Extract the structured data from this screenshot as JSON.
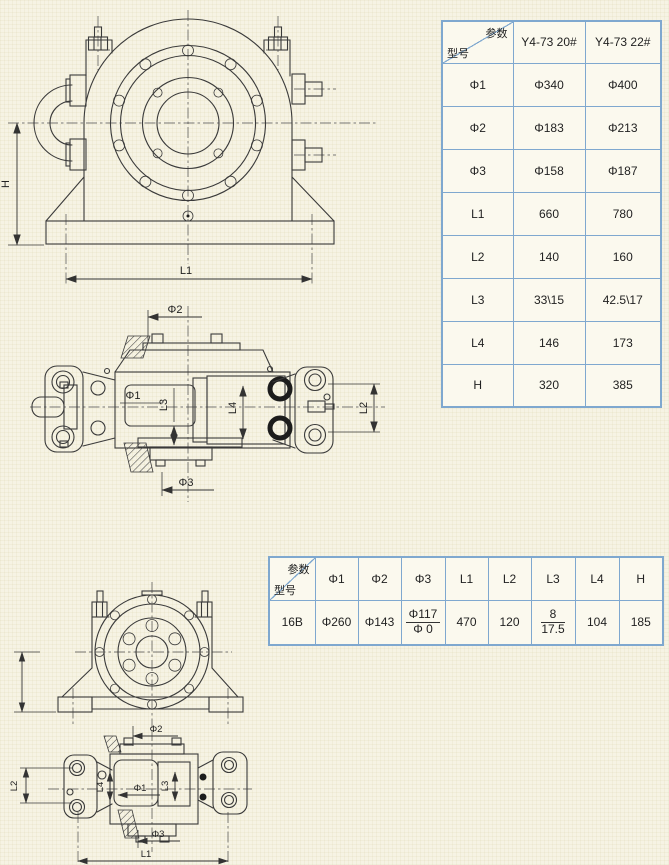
{
  "colors": {
    "background": "#f6f3e4",
    "table_border": "#7fa8cf",
    "table_cell_background": "#fbf9ee",
    "drawing_line": "#3a3a3a"
  },
  "tables": {
    "spec_table": {
      "corner": {
        "top_right": "参数",
        "bottom_left": "型号"
      },
      "columns": [
        "Y4-73 20#",
        "Y4-73 22#"
      ],
      "rows": [
        {
          "param": "Φ1",
          "values": [
            "Φ340",
            "Φ400"
          ]
        },
        {
          "param": "Φ2",
          "values": [
            "Φ183",
            "Φ213"
          ]
        },
        {
          "param": "Φ3",
          "values": [
            "Φ158",
            "Φ187"
          ]
        },
        {
          "param": "L1",
          "values": [
            "660",
            "780"
          ]
        },
        {
          "param": "L2",
          "values": [
            "140",
            "160"
          ]
        },
        {
          "param": "L3",
          "values": [
            "33\\15",
            "42.5\\17"
          ]
        },
        {
          "param": "L4",
          "values": [
            "146",
            "173"
          ]
        },
        {
          "param": "H",
          "values": [
            "320",
            "385"
          ]
        }
      ]
    },
    "model_table": {
      "corner": {
        "top_right": "参数",
        "bottom_left": "型号"
      },
      "columns": [
        "Φ1",
        "Φ2",
        "Φ3",
        "L1",
        "L2",
        "L3",
        "L4",
        "H"
      ],
      "row": {
        "model": "16B",
        "phi1": "Φ260",
        "phi2": "Φ143",
        "phi3": {
          "numerator": "Φ117",
          "denominator": "Φ 0"
        },
        "l1": "470",
        "l2": "120",
        "l3": {
          "numerator": "8",
          "denominator": "17.5"
        },
        "l4": "104",
        "h": "185"
      }
    }
  },
  "drawings": {
    "front_view_large": {
      "dim_h": "H",
      "dim_l1": "L1"
    },
    "top_view_large": {
      "dim_phi2": "Φ2",
      "dim_phi1": "Φ1",
      "dim_l3": "L3",
      "dim_l4": "L4",
      "dim_l2": "L2",
      "dim_phi3": "Φ3"
    },
    "top_view_small": {
      "dim_phi2": "Φ2",
      "dim_l2": "L2",
      "dim_l4": "L4",
      "dim_phi1": "Φ1",
      "dim_l3": "L3",
      "dim_phi3": "Φ3",
      "dim_l1": "L1"
    }
  }
}
